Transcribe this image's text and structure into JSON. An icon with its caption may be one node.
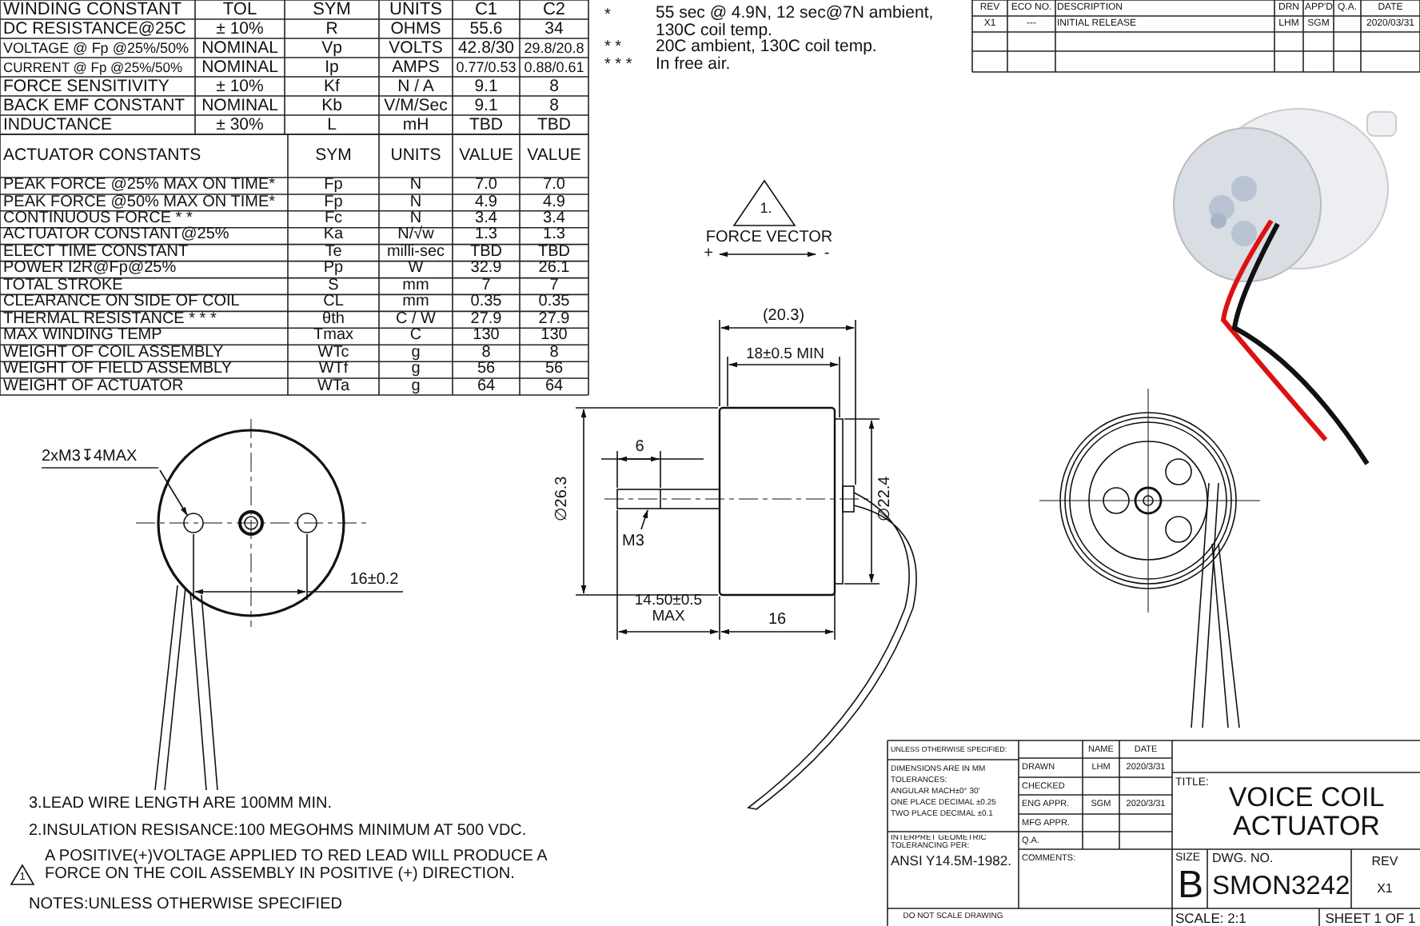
{
  "diagram": {
    "nodes": [
      {
        "text": [
          "2xM3↧4MAX"
        ]
      },
      {
        "text": [
          "M3"
        ]
      },
      {
        "text": [],
        "shape": "circle"
      },
      {
        "text": [],
        "shape": "bar"
      }
    ],
    "edges": [
      {
        "from": 0,
        "to": 2,
        "arrow": "to"
      },
      {
        "from": 1,
        "to": 3,
        "arrow": "to"
      }
    ],
    "labels": [
      "WINDING CONSTANT",
      "TOL",
      "SYM",
      "UNITS",
      "C1",
      "C2",
      "DC RESISTANCE@25C",
      "± 10%",
      "R",
      "OHMS",
      "55.6",
      "34",
      "VOLTAGE @ Fp @25%/50%",
      "NOMINAL",
      "Vp",
      "VOLTS",
      "42.8/30",
      "29.8/20.8",
      "CURRENT @ Fp @25%/50%",
      "NOMINAL",
      "Ip",
      "AMPS",
      "0.77/0.53",
      "0.88/0.61",
      "FORCE SENSITIVITY",
      "± 10%",
      "Kf",
      "N / A",
      "9.1",
      "8",
      "BACK EMF CONSTANT",
      "NOMINAL",
      "Kb",
      "V/M/Sec",
      "9.1",
      "8",
      "INDUCTANCE",
      "± 30%",
      "L",
      "mH",
      "TBD",
      "TBD",
      "ACTUATOR CONSTANTS",
      "SYM",
      "UNITS",
      "VALUE",
      "VALUE",
      "PEAK FORCE @25% MAX ON TIME*",
      "Fp",
      "N",
      "7.0",
      "7.0",
      "PEAK FORCE @50% MAX ON TIME*",
      "Fp",
      "N",
      "4.9",
      "4.9",
      "CONTINUOUS FORCE * *",
      "Fc",
      "N",
      "3.4",
      "3.4",
      "ACTUATOR CONSTANT@25%",
      "Ka",
      "N/√w",
      "1.3",
      "1.3",
      "ELECT TIME CONSTANT",
      "Te",
      "milli-sec",
      "TBD",
      "TBD",
      "POWER I2R@Fp@25%",
      "Pp",
      "W",
      "32.9",
      "26.1",
      "TOTAL STROKE",
      "S",
      "mm",
      "7",
      "7",
      "CLEARANCE ON SIDE OF COIL",
      "CL",
      "mm",
      "0.35",
      "0.35",
      "THERMAL RESISTANCE * * *",
      "θth",
      "C / W",
      "27.9",
      "27.9",
      "MAX WINDING TEMP",
      "Tmax",
      "C",
      "130",
      "130",
      "WEIGHT OF COIL ASSEMBLY",
      "WTc",
      "g",
      "8",
      "8",
      "WEIGHT OF FIELD ASSEMBLY",
      "WTf",
      "g",
      "56",
      "56",
      "WEIGHT OF ACTUATOR",
      "WTa",
      "g",
      "64",
      "64",
      "*",
      "55 sec @ 4.9N, 12 sec@7N ambient, 130C coil temp.",
      "* *",
      "20C ambient, 130C coil temp.",
      "* * *",
      "In free air.",
      "REV",
      "ECO NO.",
      "DESCRIPTION",
      "DRN",
      "APP'D",
      "Q.A.",
      "DATE",
      "X1",
      "---",
      "INITIAL RELEASE",
      "LHM",
      "SGM",
      "2020/03/31",
      "UNLESS OTHERWISE SPECIFIED:",
      "DIMENSIONS ARE IN MM",
      "TOLERANCES:",
      "ANGULAR MACH±0° 30'",
      "ONE PLACE DECIMAL ±0.25",
      "TWO PLACE DECIMAL ±0.1",
      "INTERPRET GEOMETRIC TOLERANCING PER:",
      "ANSI Y14.5M-1982.",
      "DO NOT SCALE DRAWING",
      "NAME",
      "DATE",
      "DRAWN",
      "LHM",
      "2020/3/31",
      "CHECKED",
      "ENG APPR.",
      "SGM",
      "2020/3/31",
      "MFG APPR.",
      "Q.A.",
      "COMMENTS:",
      "TITLE:",
      "VOICE COIL ACTUATOR",
      "SIZE",
      "B",
      "DWG. NO.",
      "SMON3242",
      "REV",
      "X1",
      "SCALE: 2:1",
      "SHEET 1 OF 1",
      "3.LEAD WIRE LENGTH ARE 100MM MIN.",
      "2.INSULATION RESISANCE:100 MEGOHMS MINIMUM AT 500 VDC.",
      "1",
      "A POSITIVE(+)VOLTAGE APPLIED TO RED LEAD WILL PRODUCE A FORCE ON THE COIL ASSEMBLY IN POSITIVE (+) DIRECTION.",
      "NOTES:UNLESS OTHERWISE SPECIFIED",
      "1.",
      "FORCE VECTOR",
      "+",
      "-",
      "(20.3)",
      "18±0.5 MIN",
      "6",
      "∅26.3",
      "∅22.4",
      "14.50±0.5 MAX",
      "16",
      "16±0.2"
    ]
  }
}
